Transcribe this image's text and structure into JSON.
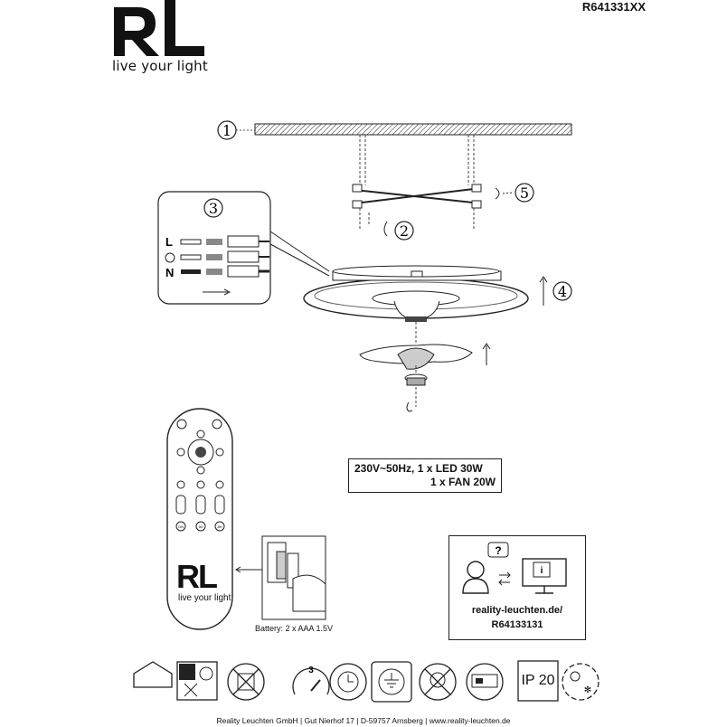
{
  "header": {
    "logo": "RL",
    "tagline": "live your light",
    "model": "R641331XX"
  },
  "steps": [
    "1",
    "2",
    "3",
    "4",
    "5"
  ],
  "wiring": {
    "labels": [
      "L",
      "N"
    ]
  },
  "spec": {
    "line1": "230V~50Hz, 1 x LED 30W",
    "line2": "1 x FAN 20W"
  },
  "remote": {
    "logo": "RL",
    "tagline": "live your light",
    "buttons": [
      "ON",
      "50",
      "8H"
    ]
  },
  "battery": "Battery: 2 x AAA 1.5V",
  "info": {
    "url": "reality-leuchten.de/",
    "code": "R64133131"
  },
  "ip_rating": "IP 20",
  "icons": [
    "indoor-house-icon",
    "no-insulation-cover-icon",
    "no-dispose-household-icon",
    "speed-3-icon",
    "timer-icon",
    "protection-class-1-icon",
    "led-not-replaceable-icon",
    "remote-control-icon",
    "ip-rating-icon",
    "dimmable-season-icon"
  ],
  "footer": "Reality Leuchten GmbH  |  Gut Nierhof 17  |  D-59757 Arnsberg  |  www.reality-leuchten.de"
}
